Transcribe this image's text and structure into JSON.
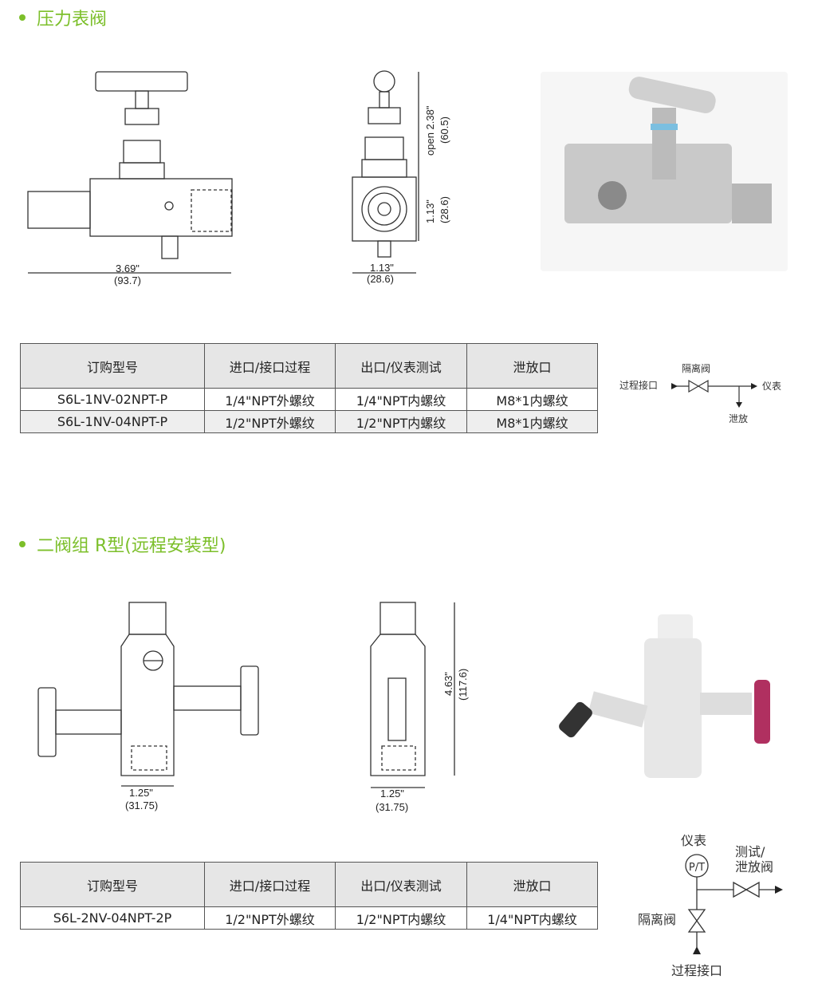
{
  "section1": {
    "title": "压力表阀",
    "drawing_front": {
      "width_in": "3.69\"",
      "width_mm": "(93.7)"
    },
    "drawing_side": {
      "open_in": "open 2.38\"",
      "open_mm": "(60.5)",
      "height_in": "1.13\"",
      "height_mm": "(28.6)",
      "width_in": "1.13\"",
      "width_mm": "(28.6)"
    },
    "table": {
      "headers": [
        "订购型号",
        "进口/接口过程",
        "出口/仪表测试",
        "泄放口"
      ],
      "rows": [
        [
          "S6L-1NV-02NPT-P",
          "1/4\"NPT外螺纹",
          "1/4\"NPT内螺纹",
          "M8*1内螺纹"
        ],
        [
          "S6L-1NV-04NPT-P",
          "1/2\"NPT外螺纹",
          "1/2\"NPT内螺纹",
          "M8*1内螺纹"
        ]
      ]
    },
    "schematic": {
      "inlet": "过程接口",
      "valve": "隔离阀",
      "outlet": "仪表",
      "drain": "泄放"
    }
  },
  "section2": {
    "title": "二阀组  R型(远程安装型)",
    "drawing_front": {
      "width_in": "1.25\"",
      "width_mm": "(31.75)"
    },
    "drawing_side": {
      "width_in": "1.25\"",
      "width_mm": "(31.75)",
      "height_in": "4.63\"",
      "height_mm": "(117.6)"
    },
    "table": {
      "headers": [
        "订购型号",
        "进口/接口过程",
        "出口/仪表测试",
        "泄放口"
      ],
      "rows": [
        [
          "S6L-2NV-04NPT-2P",
          "1/2\"NPT外螺纹",
          "1/2\"NPT内螺纹",
          "1/4\"NPT内螺纹"
        ]
      ]
    },
    "schematic": {
      "gauge": "仪表",
      "gauge_symbol": "P/T",
      "test_valve_1": "测试/",
      "test_valve_2": "泄放阀",
      "isolation": "隔离阀",
      "inlet": "过程接口"
    }
  },
  "colors": {
    "accent": "#7cbf2a"
  }
}
